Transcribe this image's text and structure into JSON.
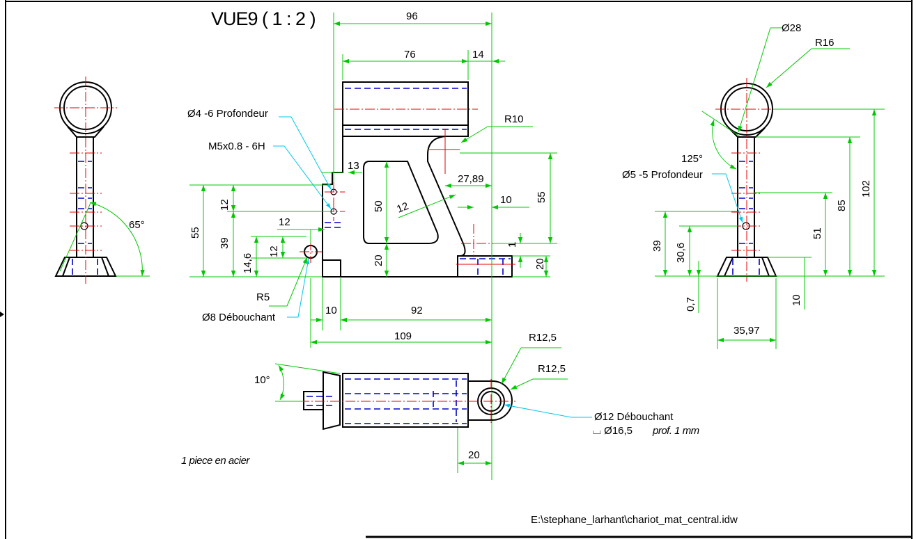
{
  "title": "VUE9 ( 1 : 2 )",
  "colors": {
    "outline": "#000000",
    "dimension": "#00c800",
    "leader": "#00c8e6",
    "centerline": "#e60000",
    "hidden": "#0000c8"
  },
  "front_view": {
    "dims": {
      "width_96": "96",
      "width_76": "76",
      "width_14": "14",
      "radius_r10": "R10",
      "dim_13": "13",
      "dim_27_89": "27,89",
      "dim_10_right": "10",
      "dim_55_right": "55",
      "dim_50": "50",
      "dim_12_slot": "12",
      "dim_1": "1",
      "dim_20_right": "20",
      "dim_20_inner": "20",
      "dim_12_upper": "12",
      "dim_55_left": "55",
      "dim_39": "39",
      "dim_14_6": "14,6",
      "dim_12_hole": "12",
      "dim_12_horiz": "12",
      "radius_r5": "R5",
      "dim_10_bottom": "10",
      "dim_92": "92",
      "dim_109": "109"
    },
    "notes": {
      "hole_4": "Ø4 -6 Profondeur",
      "thread_m5": "M5x0.8 - 6H",
      "hole_8": "Ø8 Débouchant"
    }
  },
  "left_view": {
    "angle": "65°"
  },
  "right_view": {
    "dims": {
      "dia_28": "Ø28",
      "radius_r16": "R16",
      "angle_125": "125°",
      "dim_102": "102",
      "dim_85": "85",
      "dim_51": "51",
      "dim_39": "39",
      "dim_30_6": "30,6",
      "dim_0_7": "0,7",
      "dim_10": "10",
      "dim_35_97": "35,97"
    },
    "notes": {
      "hole_5": "Ø5 -5 Profondeur"
    }
  },
  "top_view": {
    "dims": {
      "angle_10": "10°",
      "radius_outer": "R12,5",
      "radius_inner": "R12,5",
      "dim_20": "20"
    },
    "notes": {
      "hole_12": "Ø12 Débouchant",
      "counterbore": "⌴ Ø16,5",
      "counterbore_depth": "prof. 1 mm"
    }
  },
  "material_note": "1 piece en acier",
  "file_path": "E:\\stephane_larhant\\chariot_mat_central.idw"
}
